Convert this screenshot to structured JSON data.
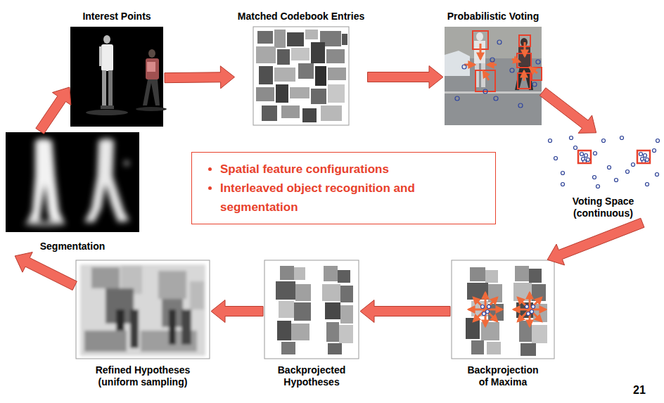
{
  "diagram": {
    "nodes": [
      {
        "text": [
          "Interest Points"
        ]
      },
      {
        "text": [
          "Matched Codebook Entries"
        ]
      },
      {
        "text": [
          "Probabilistic Voting"
        ]
      },
      {
        "text": [
          "Voting Space (continuous)"
        ]
      },
      {
        "text": [
          "Backprojection of Maxima"
        ]
      },
      {
        "text": [
          "Backprojected Hypotheses"
        ]
      },
      {
        "text": [
          "Refined Hypotheses (uniform sampling)"
        ]
      },
      {
        "text": [
          "Segmentation"
        ]
      },
      {
        "text": [
          "Spatial feature configurations",
          "Interleaved object recognition and segmentation"
        ]
      }
    ],
    "edges": [
      {
        "from": 0,
        "to": 1,
        "arrow": "to"
      },
      {
        "from": 1,
        "to": 2,
        "arrow": "to"
      },
      {
        "from": 2,
        "to": 3,
        "arrow": "to"
      },
      {
        "from": 3,
        "to": 4,
        "arrow": "to"
      },
      {
        "from": 4,
        "to": 5,
        "arrow": "to"
      },
      {
        "from": 5,
        "to": 6,
        "arrow": "to"
      },
      {
        "from": 6,
        "to": 7,
        "arrow": "to"
      },
      {
        "from": 7,
        "to": 0,
        "arrow": "to"
      }
    ],
    "labels": [
      "21"
    ]
  }
}
